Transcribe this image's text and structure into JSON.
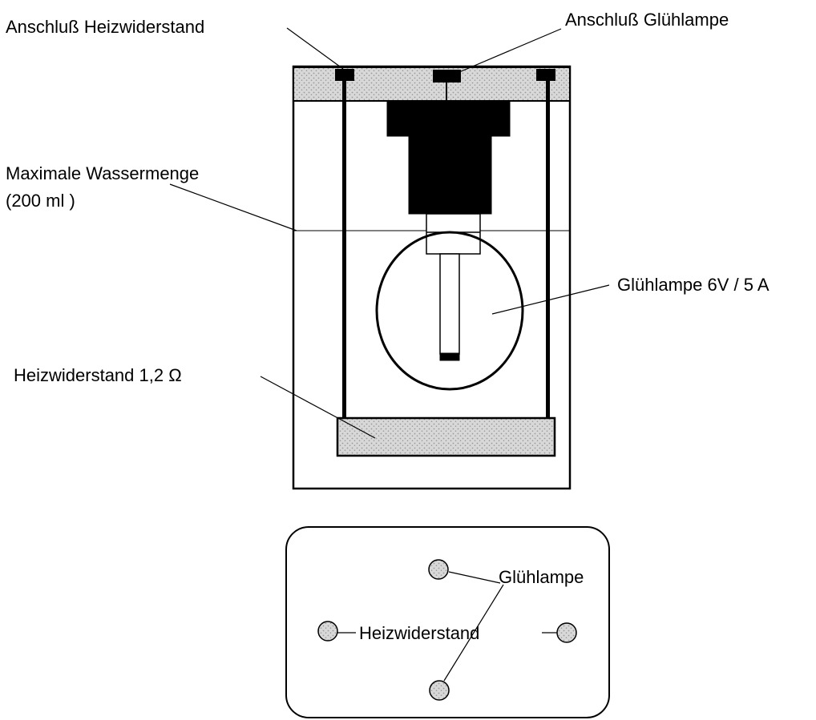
{
  "colors": {
    "line": "#000000",
    "background": "#ffffff",
    "stipple_fill": "#d8d8d8",
    "stipple_dots": "#9a9a9a",
    "terminal_fill": "#b8b8b8"
  },
  "side_view": {
    "labels": {
      "heater_connection": "Anschluß Heizwiderstand",
      "lamp_connection": "Anschluß Glühlampe",
      "max_water_line1": "Maximale Wassermenge",
      "max_water_line2": "(200 ml )",
      "lamp": "Glühlampe 6V / 5 A",
      "heater": "Heizwiderstand 1,2 Ω"
    }
  },
  "top_view": {
    "labels": {
      "lamp": "Glühlampe",
      "heater": "Heizwiderstand"
    }
  }
}
